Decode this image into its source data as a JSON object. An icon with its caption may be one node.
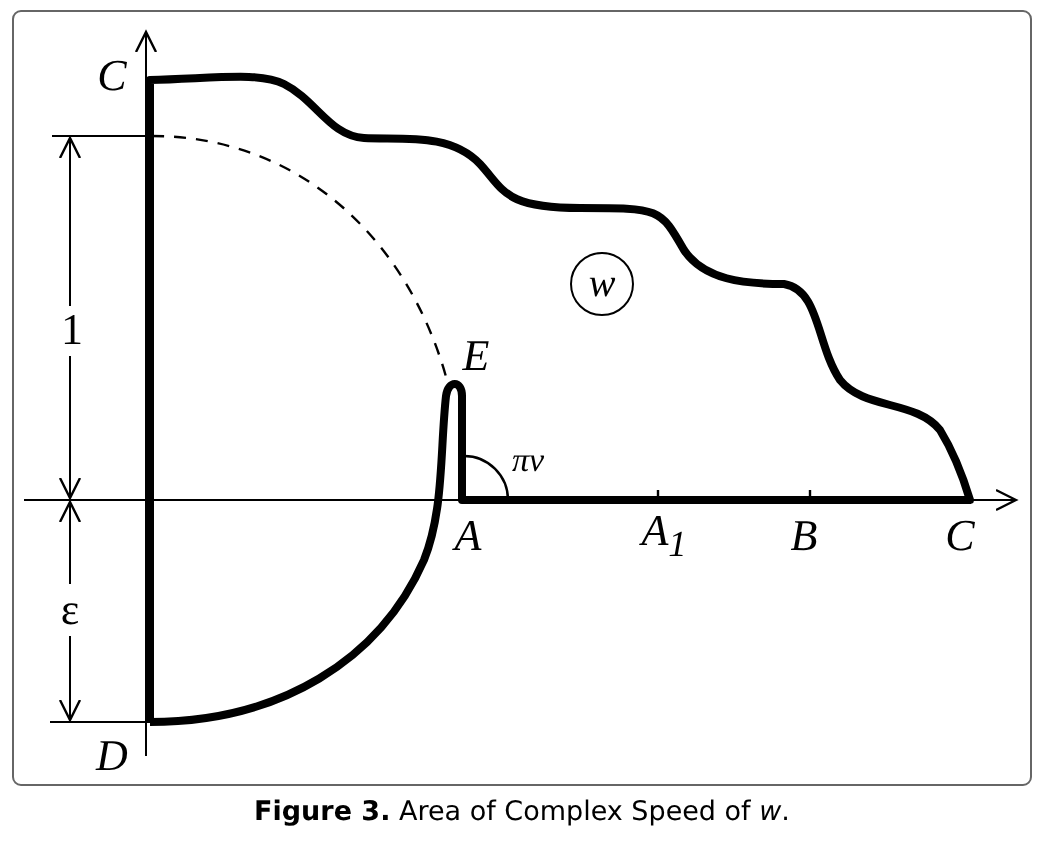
{
  "diagram": {
    "caption": "**Figure 3.** Area of Complex Speed of *w*.",
    "nodes": [
      {
        "text": [
          "w"
        ]
      }
    ],
    "labels": [
      "C",
      "1",
      "E",
      "πν",
      "A",
      "A$_{1}$",
      "B",
      "C",
      "ε",
      "D"
    ]
  }
}
